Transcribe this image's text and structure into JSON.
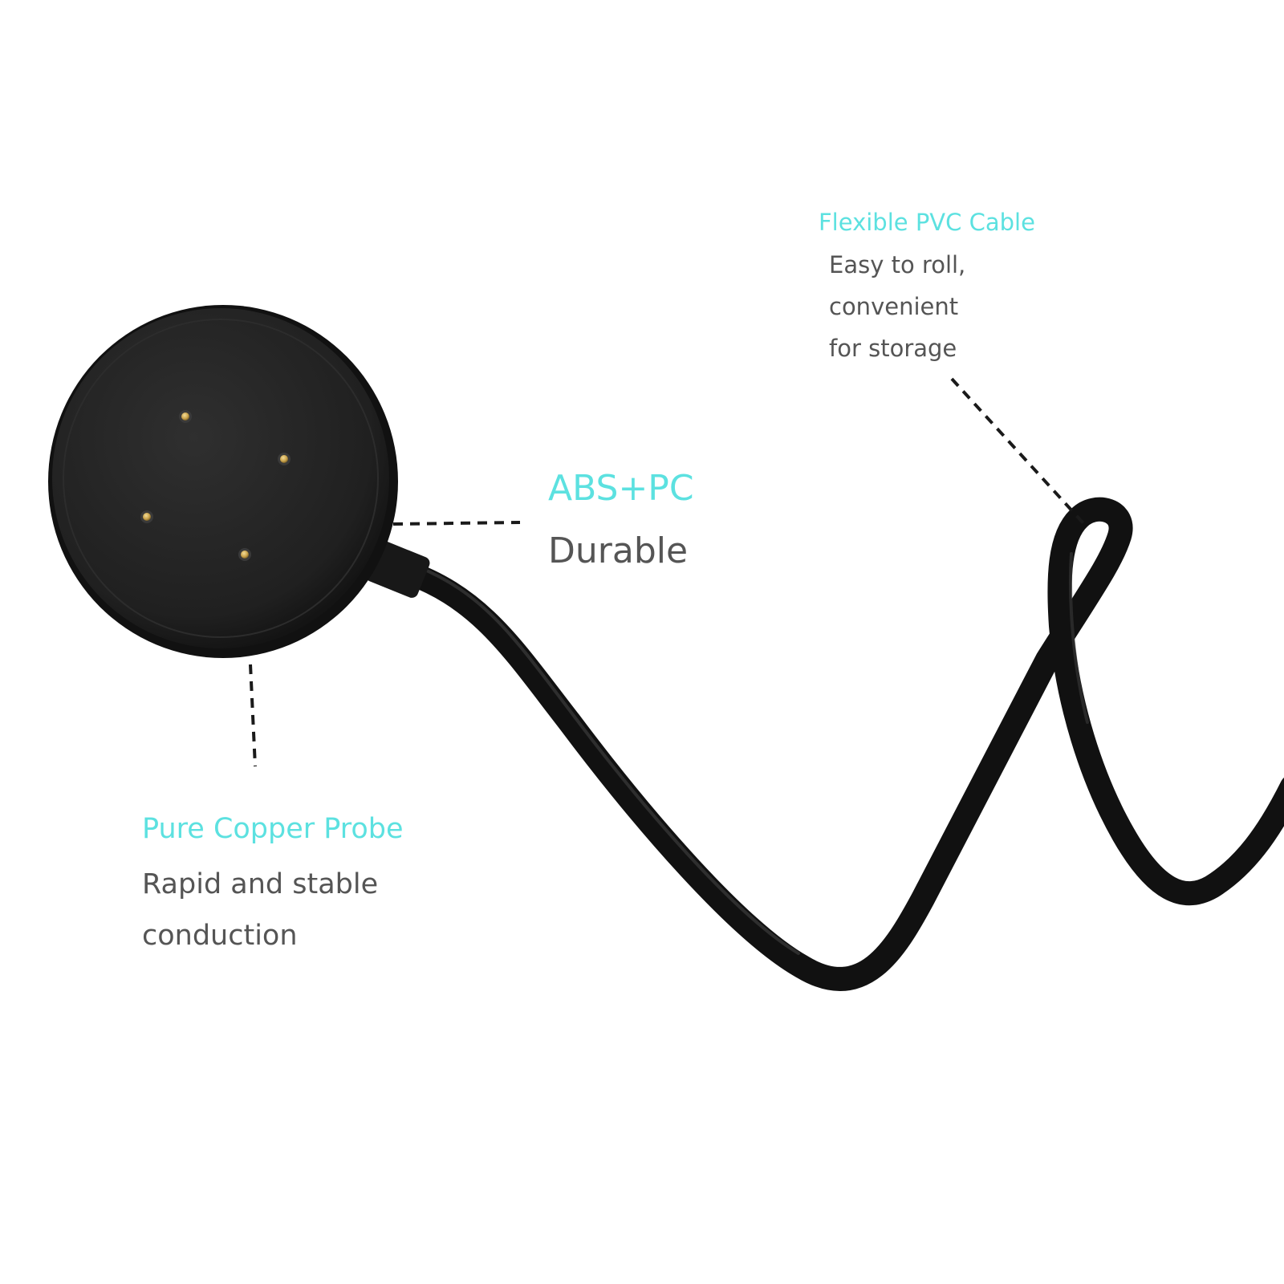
{
  "colors": {
    "background": "#ffffff",
    "accent": "#5ce1e0",
    "body_text": "#555555",
    "product": "#1c1c1c",
    "leader_line": "#1a1a1a",
    "contact_pin": "#c9a24a"
  },
  "product": {
    "charger_dock_icon": "round-magnetic-charger-icon",
    "contact_pin_count": 4,
    "cable_icon": "coiled-black-cable-icon"
  },
  "callouts": {
    "cable": {
      "title": "Flexible PVC Cable",
      "lines": [
        "Easy to roll,",
        "convenient",
        "for storage"
      ]
    },
    "shell": {
      "title": "ABS+PC",
      "lines": [
        "Durable"
      ]
    },
    "probe": {
      "title": "Pure Copper Probe",
      "lines": [
        "Rapid and stable",
        "conduction"
      ]
    }
  }
}
